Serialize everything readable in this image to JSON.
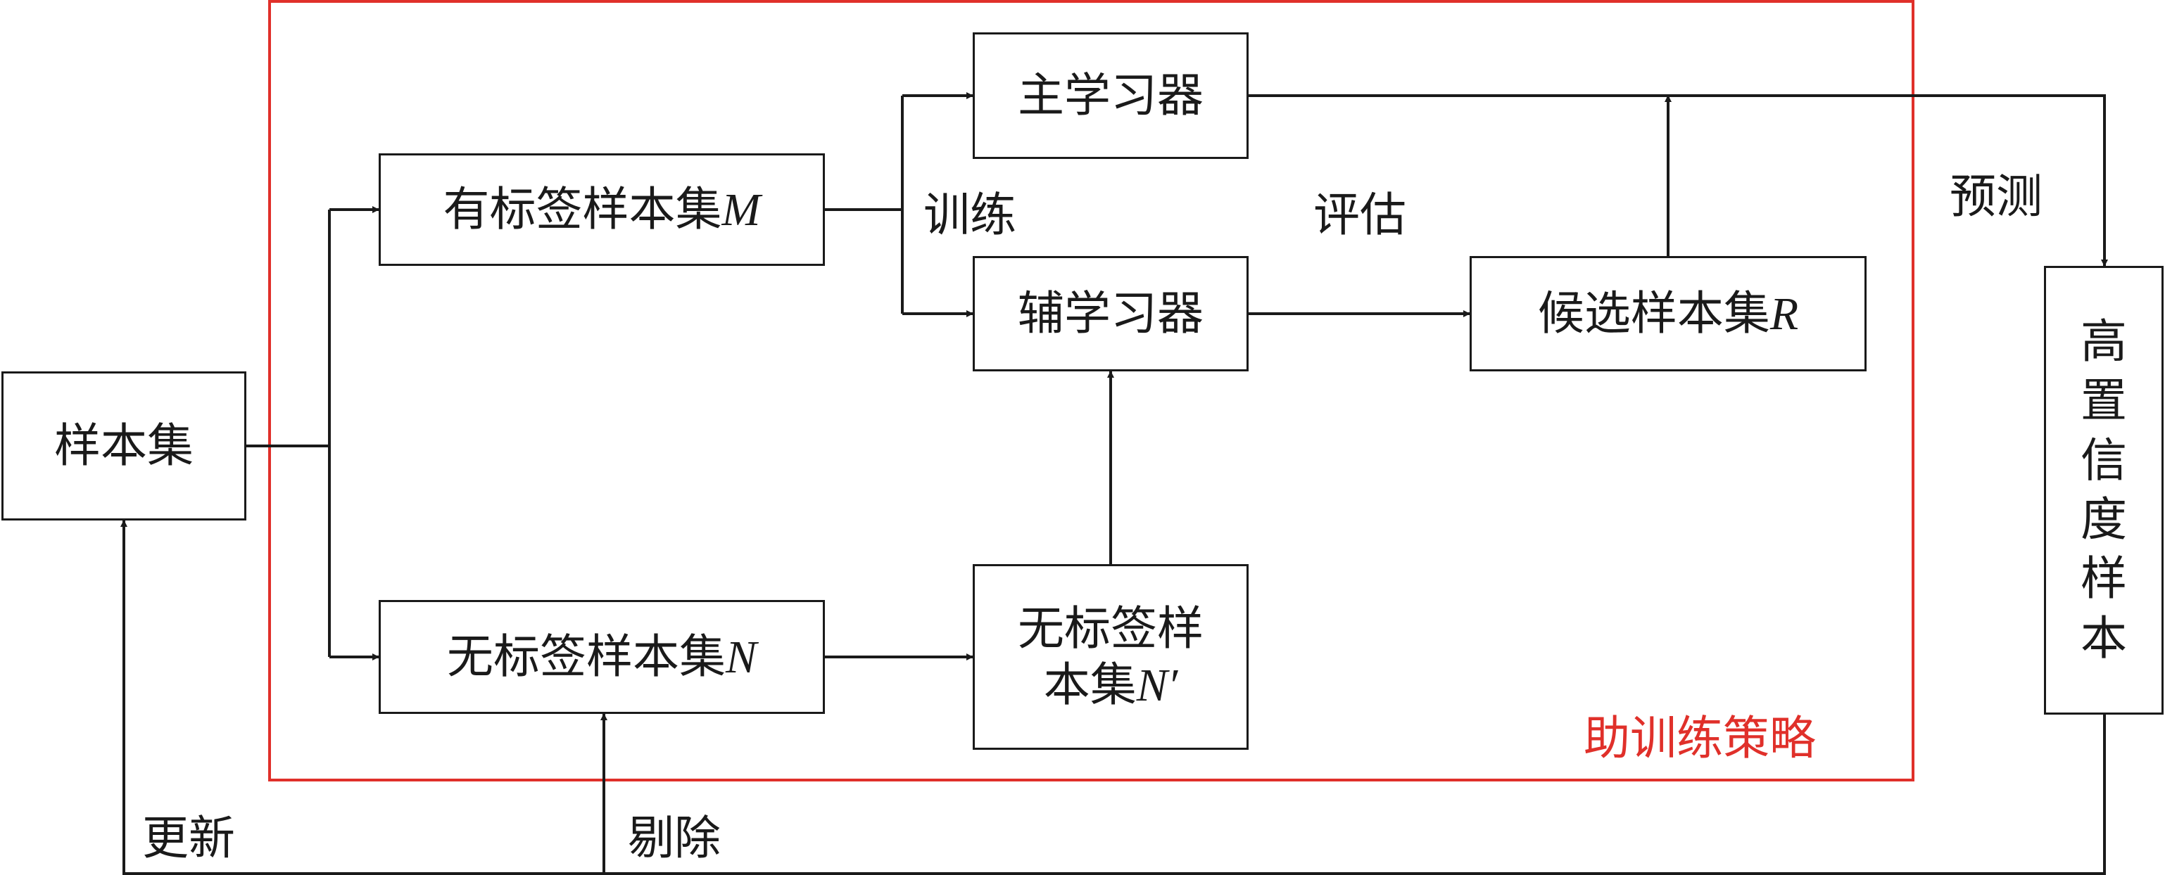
{
  "nodes": {
    "sample_set": "样本集",
    "labeled": {
      "text": "有标签样本集",
      "var": "M"
    },
    "unlabeled": {
      "text": "无标签样本集",
      "var": "N"
    },
    "unlabeled_sub": {
      "line1": "无标签样",
      "line2": "本集",
      "var": "N′"
    },
    "main_learner": "主学习器",
    "aux_learner": "辅学习器",
    "candidate": {
      "text": "候选样本集",
      "var": "R"
    },
    "high_conf": [
      "高",
      "置",
      "信",
      "度",
      "样",
      "本"
    ]
  },
  "edge_labels": {
    "train": "训练",
    "evaluate": "评估",
    "predict": "预测",
    "update": "更新",
    "remove": "剔除"
  },
  "region_label": "助训练策略",
  "colors": {
    "line": "#1a1a1a",
    "region": "#e0302a"
  }
}
